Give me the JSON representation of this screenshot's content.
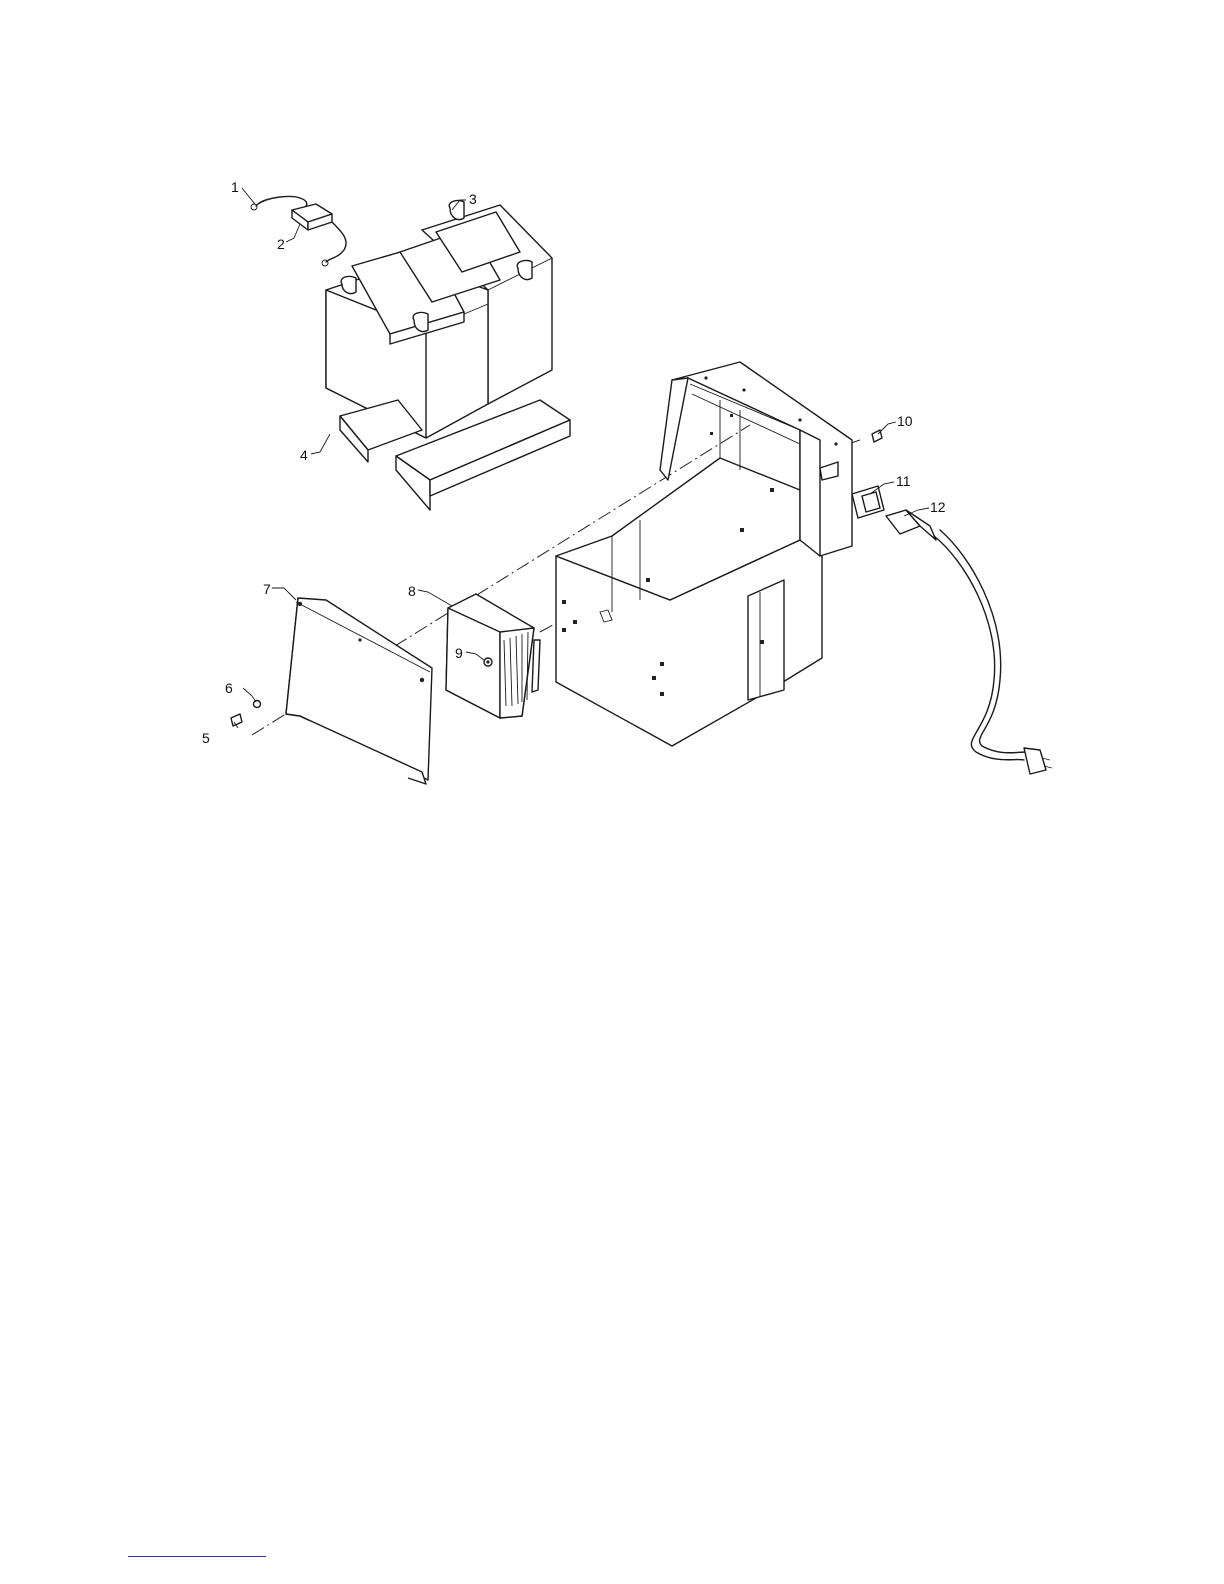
{
  "callouts": [
    "1",
    "2",
    "3",
    "4",
    "5",
    "6",
    "7",
    "8",
    "9",
    "10",
    "11",
    "12"
  ],
  "colors": {
    "line": "#1a1a1a",
    "background": "#ffffff",
    "footer_rule": "#2b3aa8"
  }
}
